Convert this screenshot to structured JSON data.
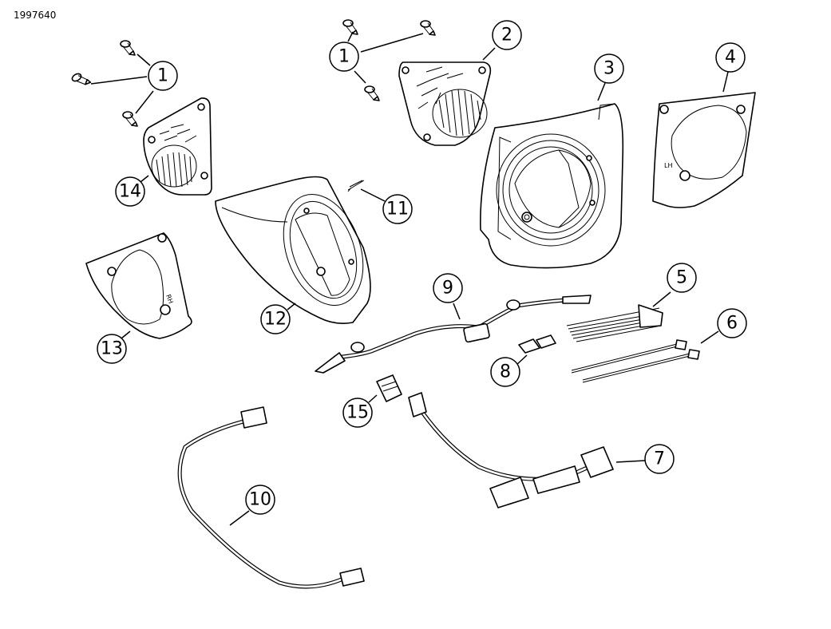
{
  "document_id": "1997640",
  "callouts": [
    "1",
    "1",
    "2",
    "3",
    "4",
    "5",
    "6",
    "7",
    "8",
    "9",
    "10",
    "11",
    "12",
    "13",
    "14",
    "15"
  ],
  "part_markings": {
    "lh": "LH",
    "rh": "RH"
  }
}
